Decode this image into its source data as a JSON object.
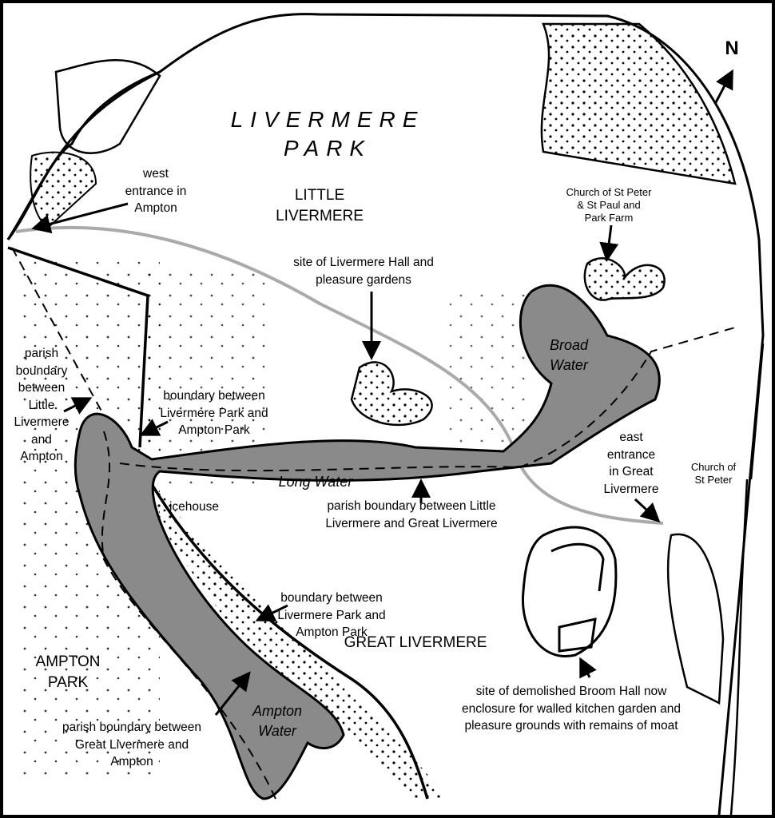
{
  "map": {
    "title": [
      "LIVERMERE",
      "PARK"
    ],
    "north_label": "N",
    "labels": {
      "west_entrance": [
        "west",
        "entrance in",
        "Ampton"
      ],
      "little_livermere": [
        "LITTLE",
        "LIVERMERE"
      ],
      "livermere_hall": [
        "site of Livermere Hall and",
        "pleasure gardens"
      ],
      "church_st_peter_paul": [
        "Church of St Peter",
        "& St Paul and",
        "Park Farm"
      ],
      "broad_water": [
        "Broad",
        "Water"
      ],
      "parish_boundary_little_ampton": [
        "parish",
        "boundary",
        "between",
        "Little",
        "Livermere",
        "and",
        "Ampton"
      ],
      "boundary_park_upper": [
        "boundary between",
        "Livermere Park and",
        "Ampton Park"
      ],
      "east_entrance": [
        "east",
        "entrance",
        "in Great",
        "Livermere"
      ],
      "church_st_peter": [
        "Church of",
        "St Peter"
      ],
      "long_water": "Long Water",
      "icehouse": "icehouse",
      "parish_boundary_little_great": [
        "parish boundary between Little",
        "Livermere and Great Livermere"
      ],
      "boundary_park_lower": [
        "boundary between",
        "Livermere Park and",
        "Ampton Park"
      ],
      "great_livermere": "GREAT LIVERMERE",
      "ampton_park": [
        "AMPTON",
        "PARK"
      ],
      "broom_hall": [
        "site of demolished Broom Hall now",
        "enclosure for walled kitchen garden and",
        "pleasure grounds with remains of moat"
      ],
      "parish_boundary_great_ampton": [
        "parish boundary between",
        "Great Livermere and",
        "Ampton"
      ],
      "ampton_water": [
        "Ampton",
        "Water"
      ]
    },
    "colors": {
      "water": "#8a8a8a",
      "ink": "#000000"
    }
  }
}
